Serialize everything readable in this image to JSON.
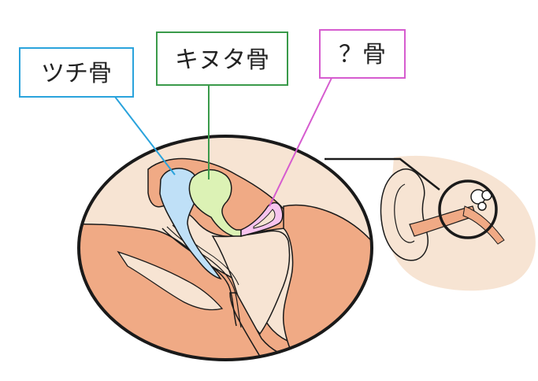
{
  "labels": {
    "malleus": "ツチ骨",
    "incus": "キヌタ骨",
    "stapes": "？骨"
  },
  "icons": {
    "ear-icon": "side view of human ear with magnified middle ear"
  },
  "colors": {
    "malleus_box": "#2aa3dc",
    "malleus_fill": "#bfe0f7",
    "incus_box": "#3a9a4a",
    "incus_fill": "#dcf2b5",
    "stapes_box": "#d65ccf",
    "stapes_fill": "#f7c4ee",
    "tissue_fill": "#f0aa85",
    "skin_fill": "#f7e4d3",
    "outline": "#1a1a1a"
  }
}
